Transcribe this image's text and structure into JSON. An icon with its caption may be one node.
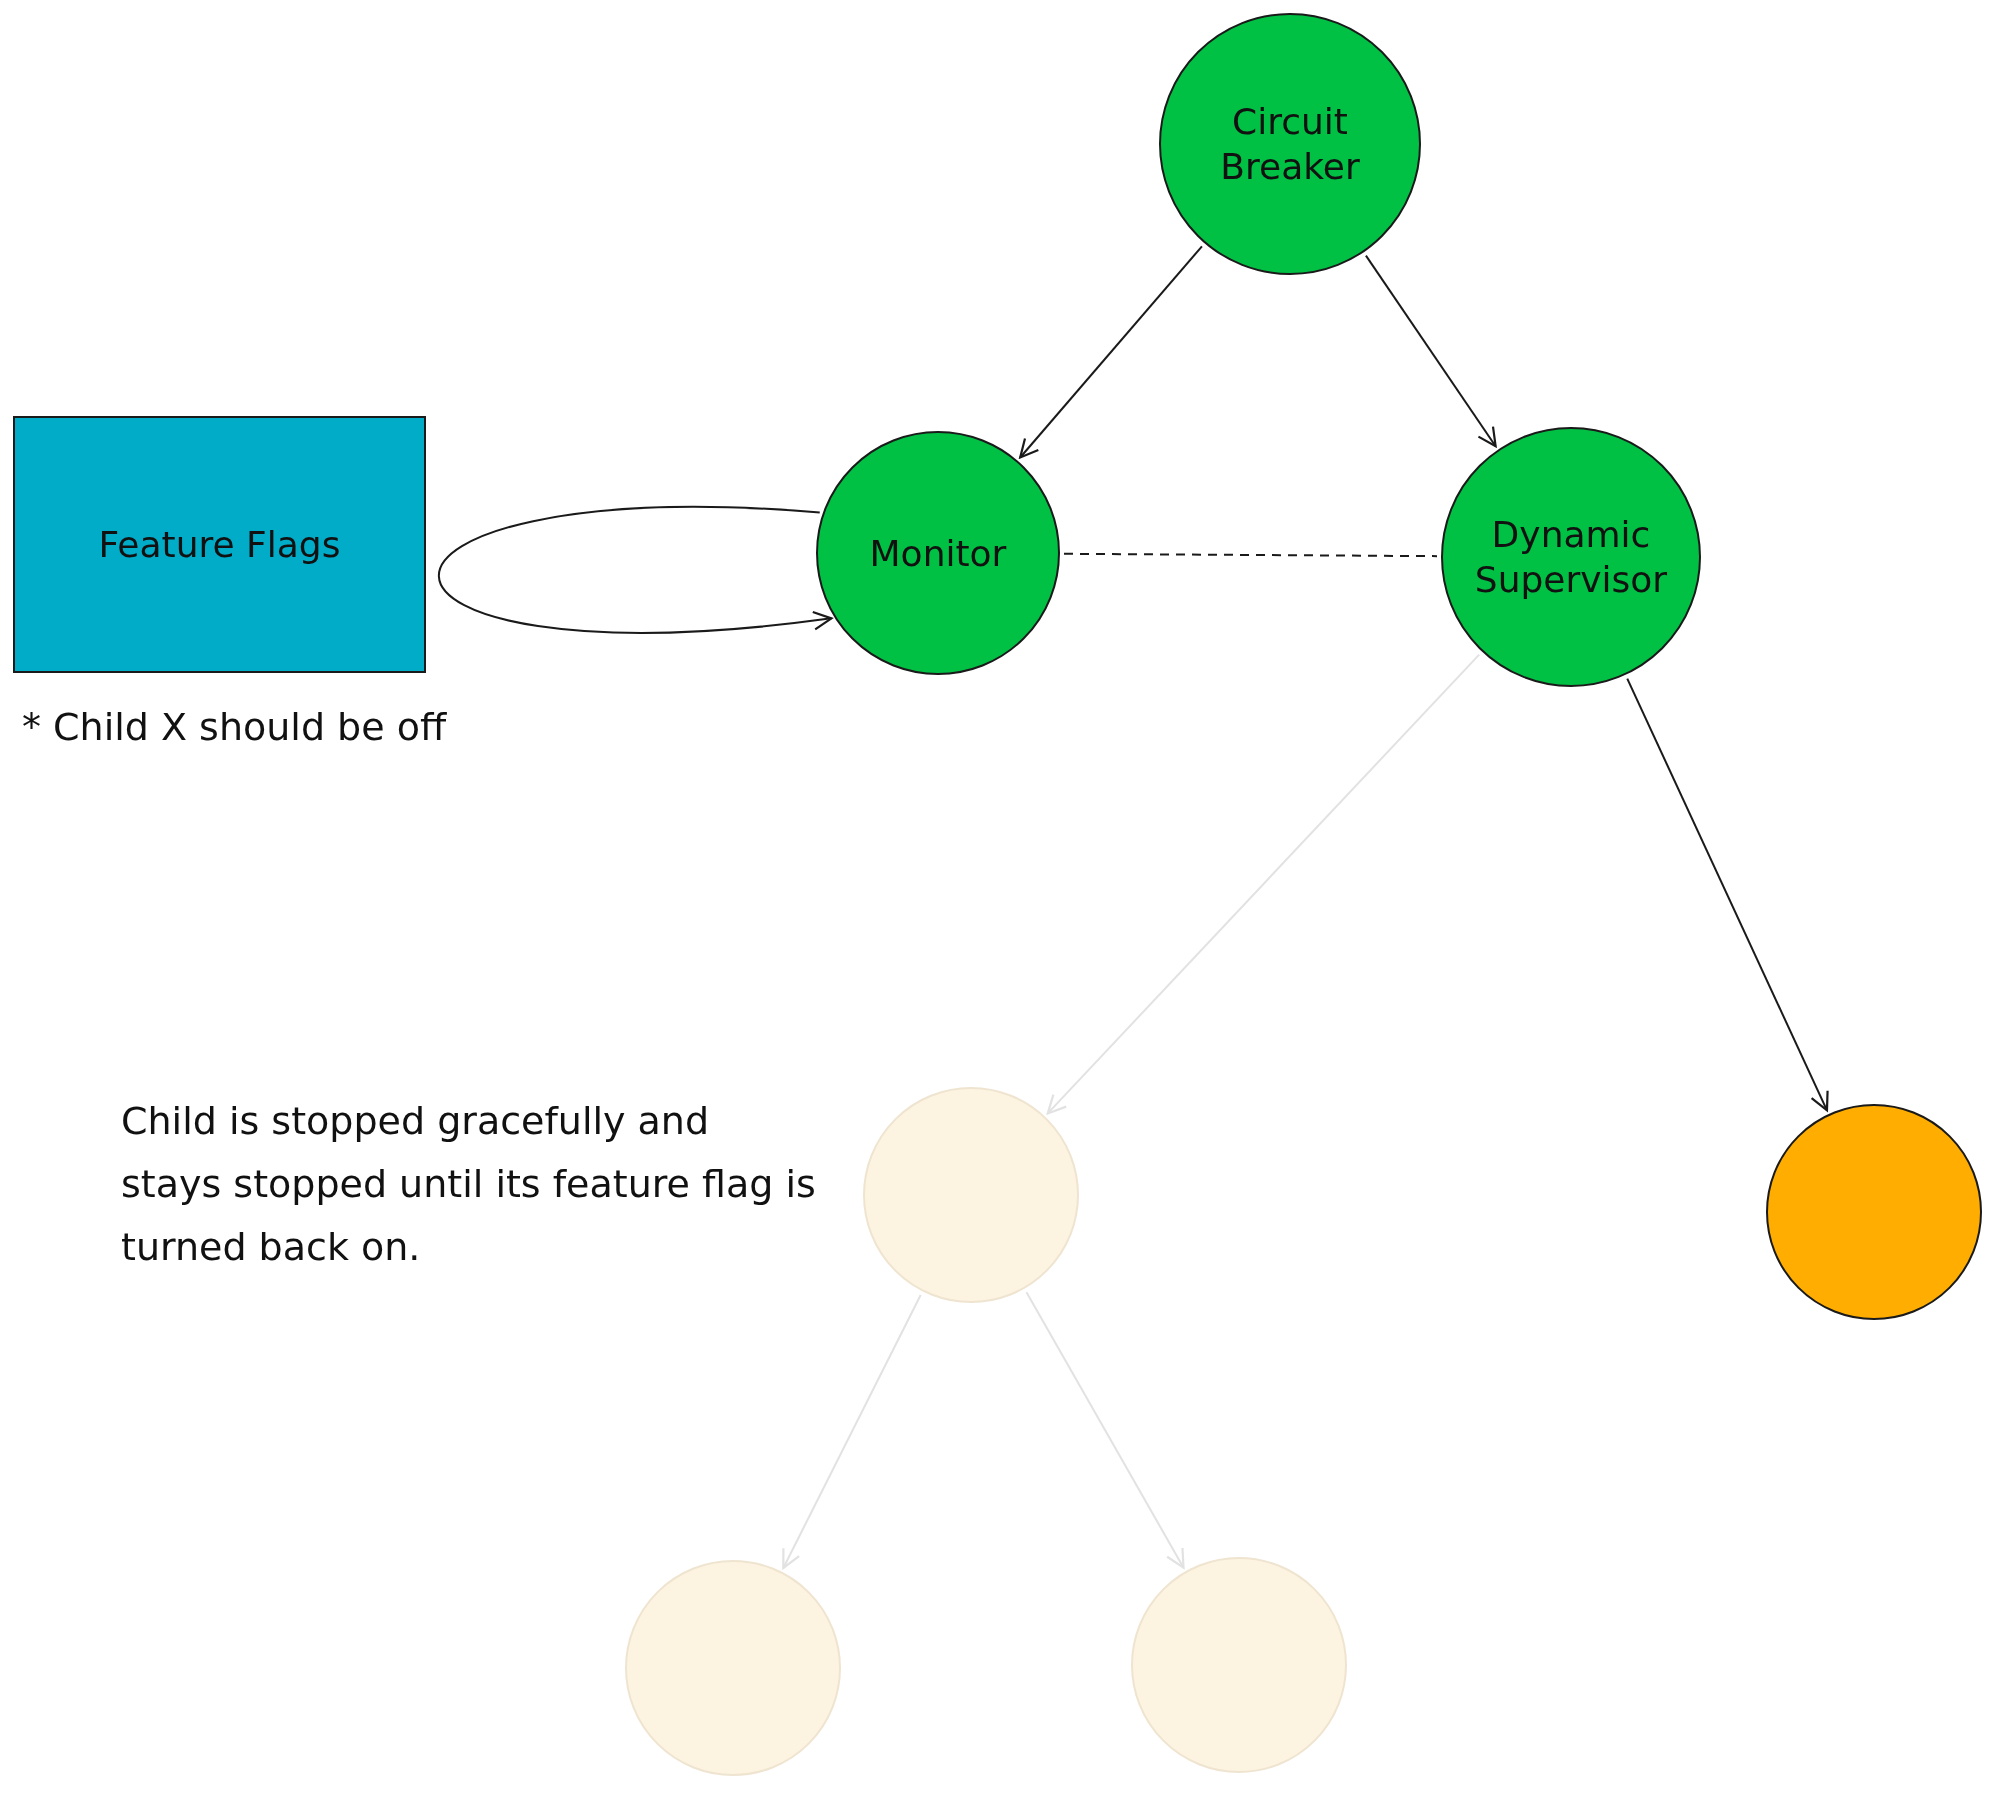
{
  "diagram": {
    "nodes": [
      {
        "text": [
          "Feature Flags"
        ],
        "beside": [
          "* Child X should be off"
        ]
      },
      {
        "text": [
          "Circuit Breaker"
        ]
      },
      {
        "text": [
          "Monitor"
        ]
      },
      {
        "text": [
          "Dynamic Supervisor"
        ]
      },
      {
        "text": [],
        "shape": "circle"
      },
      {
        "text": [],
        "shape": "circle"
      },
      {
        "text": [],
        "shape": "circle"
      },
      {
        "text": [],
        "shape": "circle"
      }
    ],
    "edges": [
      {
        "from": 1,
        "to": 2,
        "arrow": "to"
      },
      {
        "from": 1,
        "to": 3,
        "arrow": "to"
      },
      {
        "from": 2,
        "to": 2,
        "arrow": "to"
      },
      {
        "from": 2,
        "to": 3,
        "arrow": "none",
        "style": "dashed"
      },
      {
        "from": 3,
        "to": 4,
        "arrow": "to",
        "color": "#e2e2e2"
      },
      {
        "from": 3,
        "to": 5,
        "arrow": "to"
      },
      {
        "from": 4,
        "to": 6,
        "arrow": "to",
        "color": "#e2e2e2"
      },
      {
        "from": 4,
        "to": 7,
        "arrow": "to",
        "color": "#e2e2e2"
      }
    ],
    "labels": [
      "Child is stopped gracefully and stays stopped until its feature flag is turned back on."
    ]
  }
}
